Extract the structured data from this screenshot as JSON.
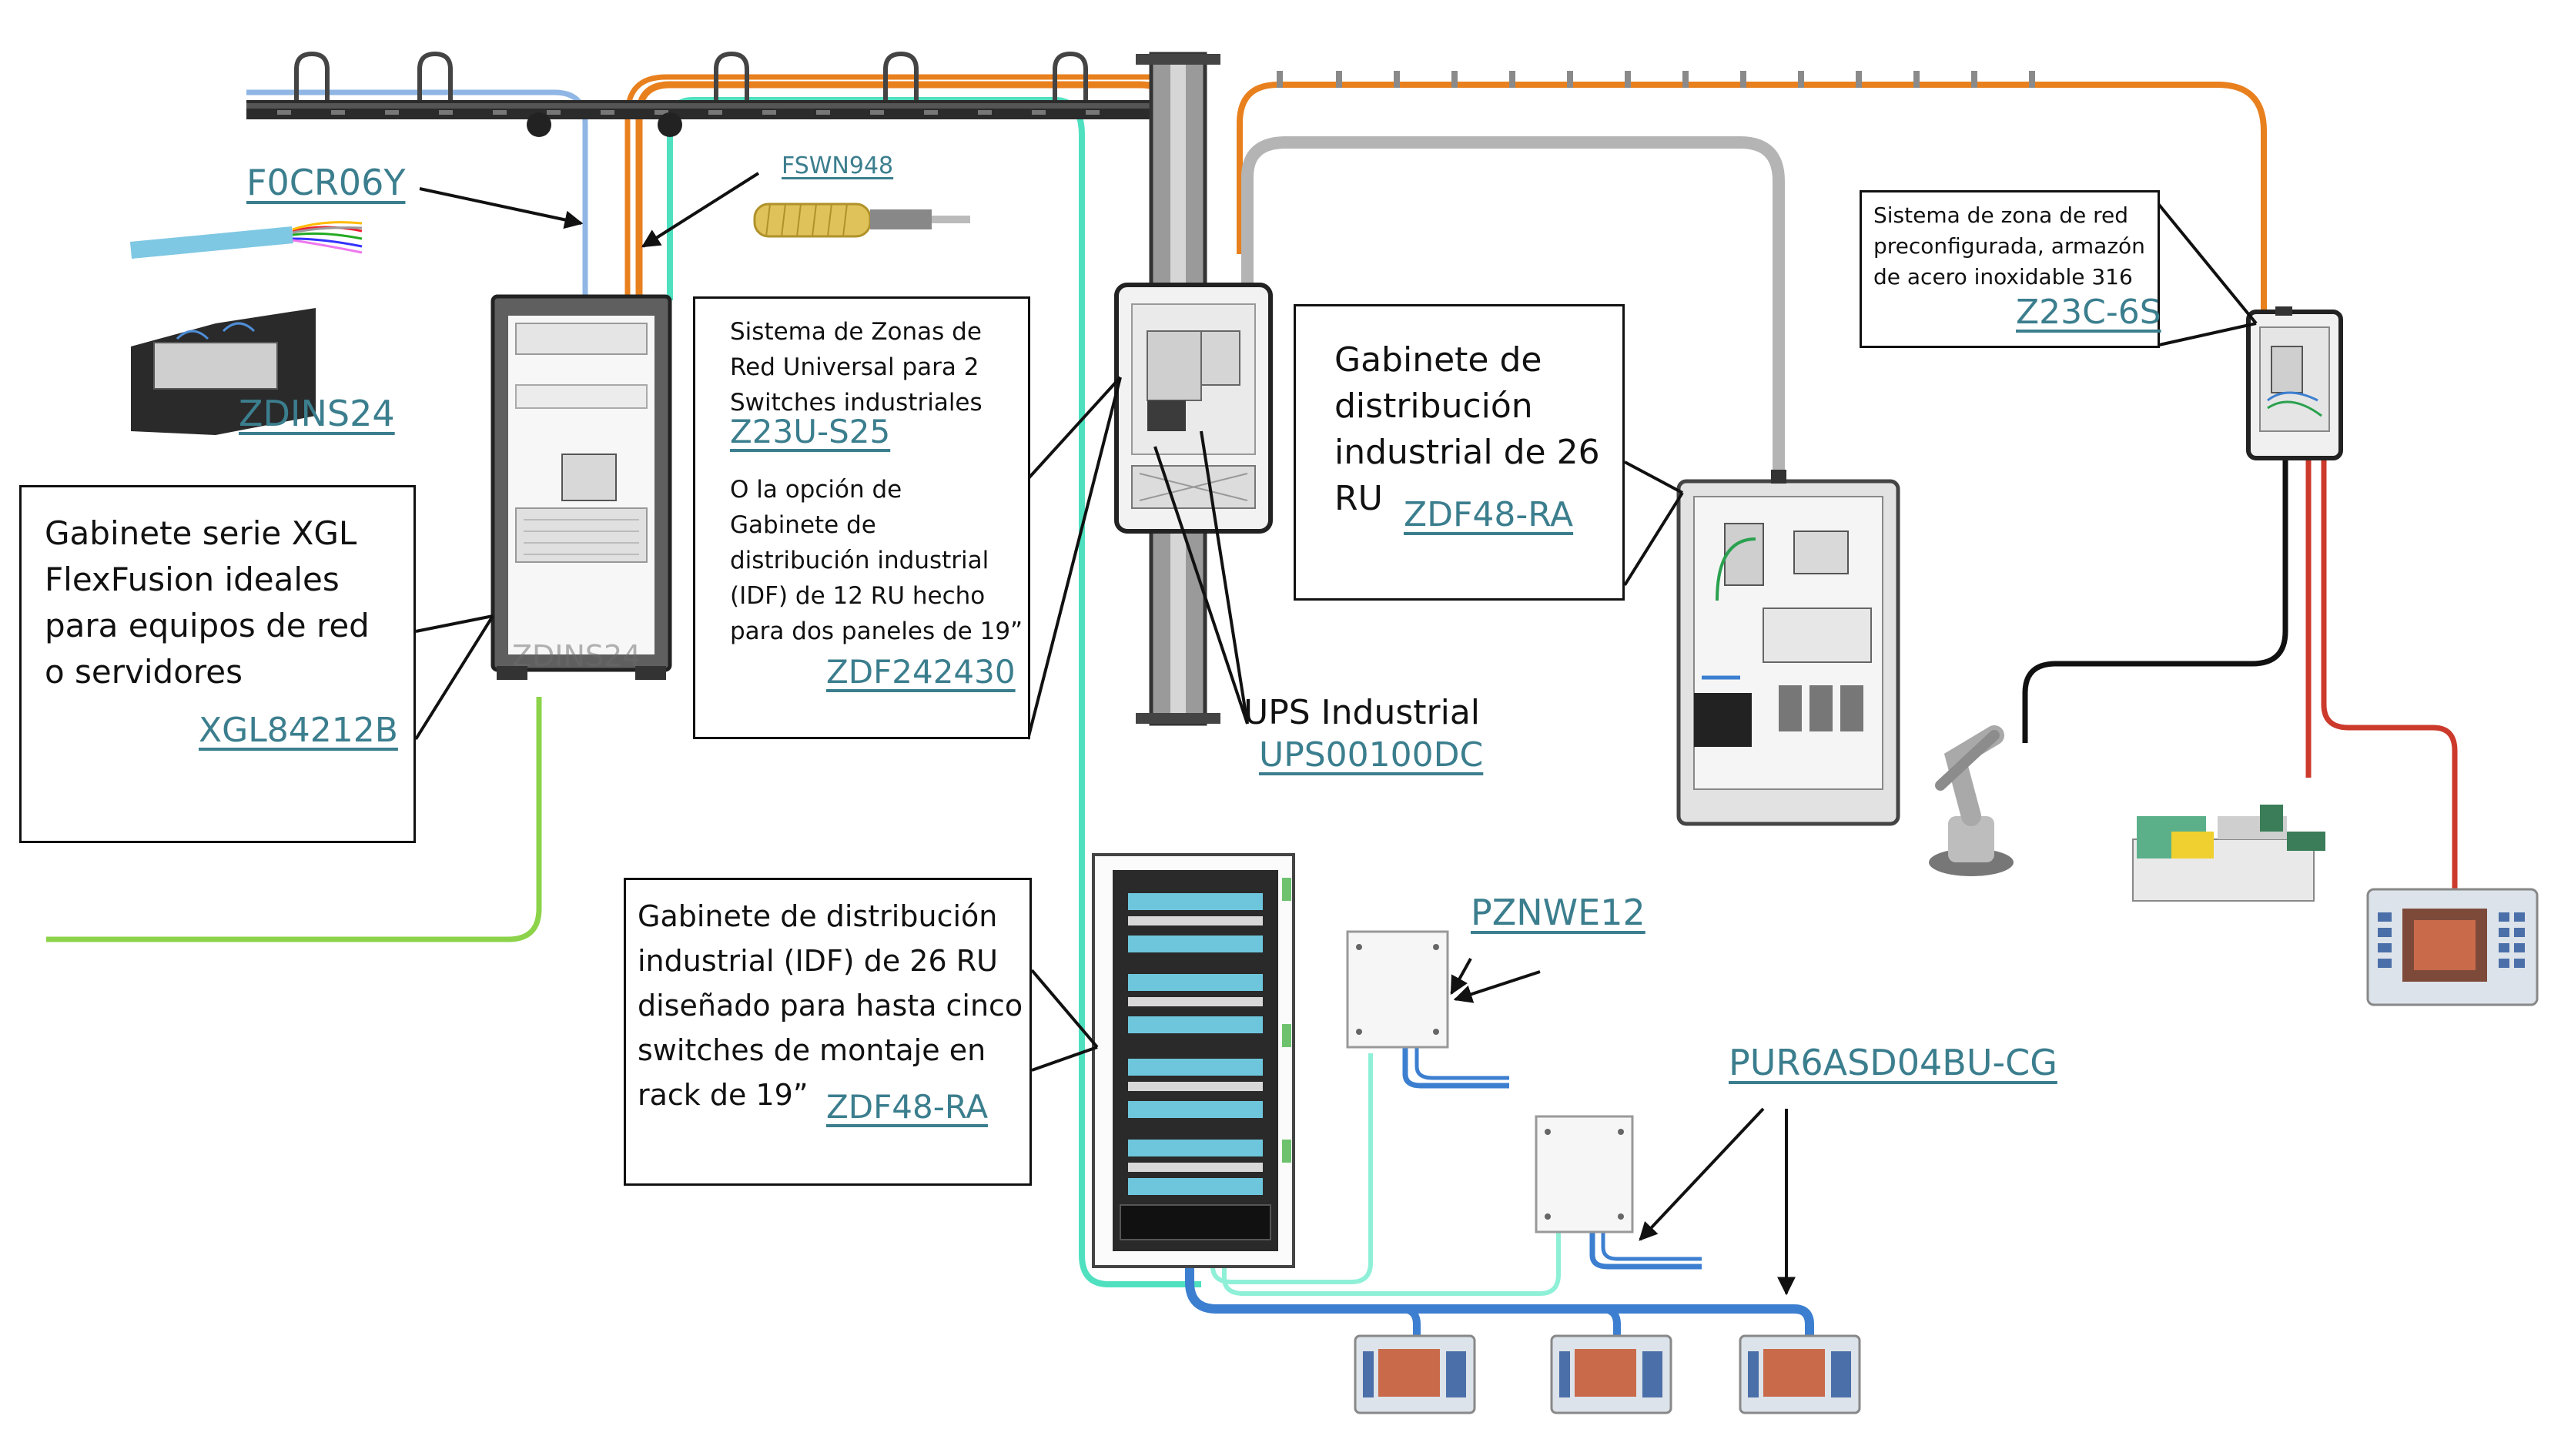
{
  "colors": {
    "accent_link": "#3b7e8e",
    "cable_orange": "#e8801e",
    "cable_blue_light": "#8fb6e4",
    "cable_teal": "#4fe0c0",
    "cable_green": "#8cd34a",
    "cable_blue": "#3c7fd0",
    "cable_gray": "#b4b4b4",
    "cable_red": "#cc3a2c",
    "cable_black": "#111111",
    "tray": "#2b2b2b"
  },
  "labels": {
    "f0cr06y": "F0CR06Y",
    "fswn948": "FSWN948",
    "zdins24": "ZDINS24",
    "xgl_desc": "Gabinete serie XGL\nFlexFusion ideales\npara equipos de red\no servidores",
    "xgl_part": "XGL84212B",
    "z23u_desc": "Sistema de Zonas de\nRed Universal para 2\nSwitches industriales",
    "z23u_part": "Z23U-S25",
    "zdf242430_desc": "O la opción de\nGabinete de\ndistribución industrial\n(IDF) de 12 RU hecho\npara dos paneles de 19”",
    "zdf242430_part": "ZDF242430",
    "ups_desc": "UPS Industrial",
    "ups_part": "UPS00100DC",
    "zdf48_top_desc": "Gabinete de\ndistribución\nindustrial de 26\nRU",
    "zdf48_top_part": "ZDF48-RA",
    "z23c_desc": "Sistema de zona de red\npreconfigurada, armazón\nde acero inoxidable 316",
    "z23c_part": "Z23C-6S",
    "zdf48_bottom_desc": "Gabinete de distribución\nindustrial (IDF) de 26 RU\ndiseñado para hasta cinco\nswitches de montaje en\nrack de 19”",
    "zdf48_bottom_part": "ZDF48-RA",
    "pznwe12": "PZNWE12",
    "pur6asd": "PUR6ASD04BU-CG",
    "rack_overlay": "ZDINS24"
  }
}
